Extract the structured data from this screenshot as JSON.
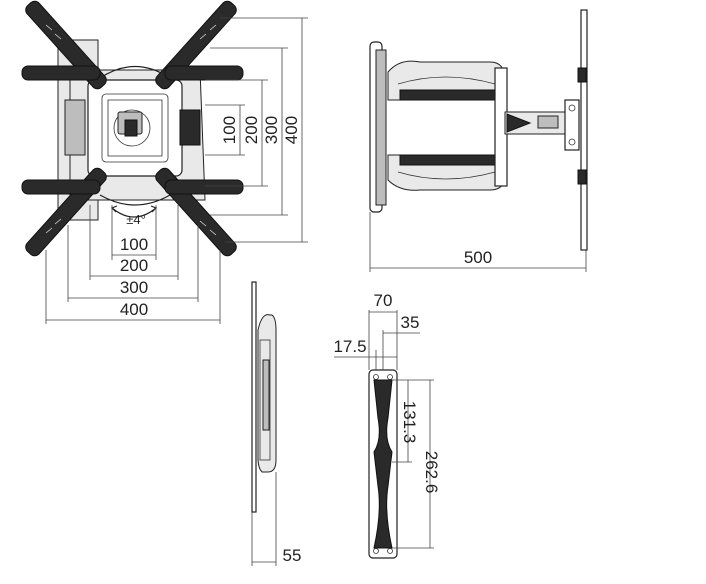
{
  "front_view": {
    "tilt_label": "±4°",
    "width_dims": [
      "100",
      "200",
      "300",
      "400"
    ],
    "height_dims": [
      "100",
      "200",
      "300",
      "400"
    ]
  },
  "side_view": {
    "extension_label": "500"
  },
  "wall_plate_side": {
    "depth_label": "55"
  },
  "wall_plate_front": {
    "width_label": "70",
    "half_width_label": "35",
    "offset_label": "17.5",
    "half_height_label": "131.3",
    "height_label": "262.6"
  }
}
